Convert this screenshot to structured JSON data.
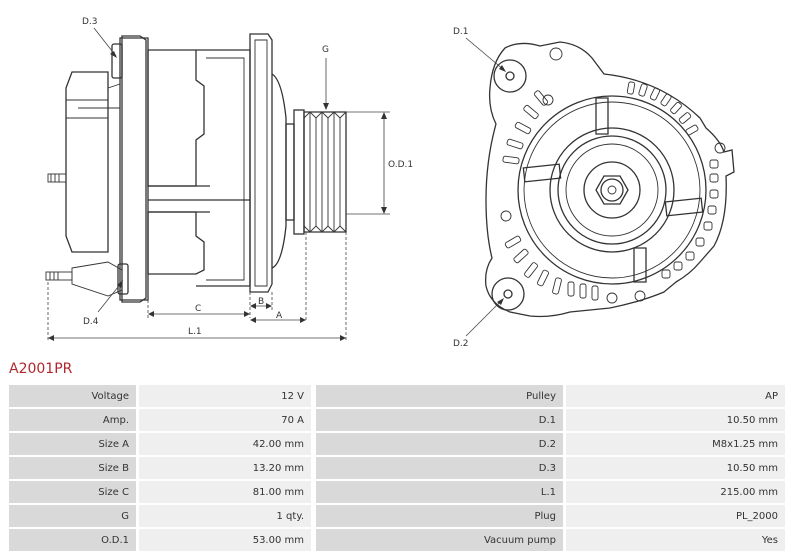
{
  "drawing": {
    "side_labels": {
      "d3": "D.3",
      "d4": "D.4",
      "g": "G",
      "od1": "O.D.1",
      "b": "B",
      "a": "A",
      "c": "C",
      "l1": "L.1"
    },
    "front_labels": {
      "d1": "D.1",
      "d2": "D.2"
    }
  },
  "product": {
    "code": "A2001PR"
  },
  "specs": [
    {
      "label": "Voltage",
      "value": "12 V",
      "label2": "Pulley",
      "value2": "AP"
    },
    {
      "label": "Amp.",
      "value": "70 A",
      "label2": "D.1",
      "value2": "10.50 mm"
    },
    {
      "label": "Size A",
      "value": "42.00 mm",
      "label2": "D.2",
      "value2": "M8x1.25 mm"
    },
    {
      "label": "Size B",
      "value": "13.20 mm",
      "label2": "D.3",
      "value2": "10.50 mm"
    },
    {
      "label": "Size C",
      "value": "81.00 mm",
      "label2": "L.1",
      "value2": "215.00 mm"
    },
    {
      "label": "G",
      "value": "1 qty.",
      "label2": "Plug",
      "value2": "PL_2000"
    },
    {
      "label": "O.D.1",
      "value": "53.00 mm",
      "label2": "Vacuum pump",
      "value2": "Yes"
    }
  ]
}
